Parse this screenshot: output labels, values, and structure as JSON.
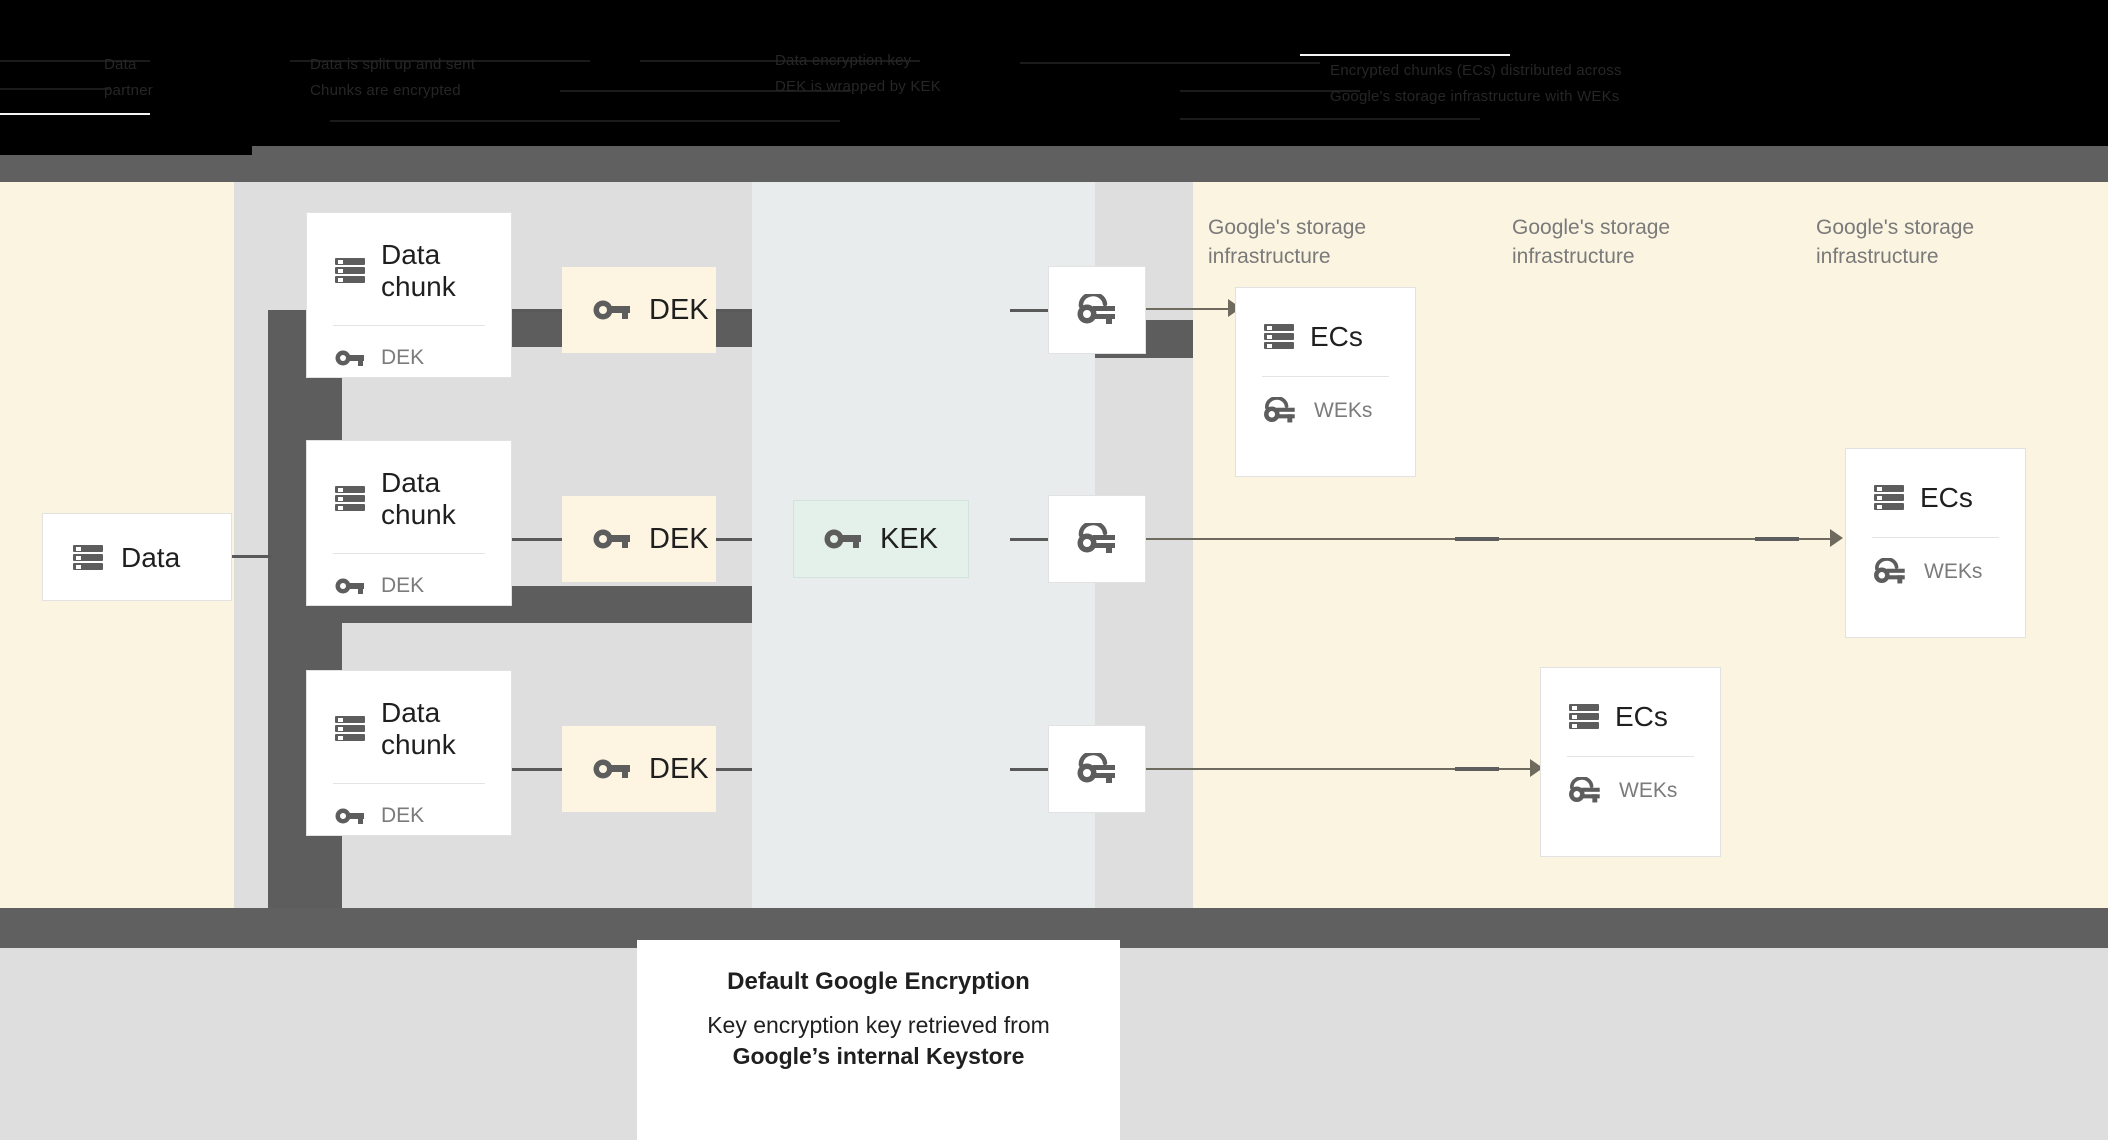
{
  "header": {
    "col1": "Data\npartner",
    "col2": "Data is split up and sent\nChunks are encrypted",
    "col3": "Data encryption key\nDEK is wrapped by KEK",
    "col4": "Encrypted chunks (ECs) distributed across\nGoogle's storage infrastructure with WEKs"
  },
  "diagram": {
    "source": {
      "label": "Data",
      "icon": "storage-icon"
    },
    "chunks": [
      {
        "title": "Data\nchunk",
        "key_label": "DEK",
        "icon": "storage-icon",
        "key_icon": "key-icon"
      },
      {
        "title": "Data\nchunk",
        "key_label": "DEK",
        "icon": "storage-icon",
        "key_icon": "key-icon"
      },
      {
        "title": "Data\nchunk",
        "key_label": "DEK",
        "icon": "storage-icon",
        "key_icon": "key-icon"
      }
    ],
    "deks": [
      {
        "label": "DEK",
        "icon": "key-icon"
      },
      {
        "label": "DEK",
        "icon": "key-icon"
      },
      {
        "label": "DEK",
        "icon": "key-icon"
      }
    ],
    "kek": {
      "label": "KEK",
      "icon": "key-icon"
    },
    "wrapped_keys": [
      {
        "icon": "wrapped-key-icon"
      },
      {
        "icon": "wrapped-key-icon"
      },
      {
        "icon": "wrapped-key-icon"
      }
    ],
    "infra_labels": [
      "Google's storage\ninfrastructure",
      "Google's storage\ninfrastructure",
      "Google's storage\ninfrastructure"
    ],
    "ec_cards": [
      {
        "title": "ECs",
        "key_label": "WEKs",
        "icon": "storage-icon",
        "key_icon": "wrapped-key-icon"
      },
      {
        "title": "ECs",
        "key_label": "WEKs",
        "icon": "storage-icon",
        "key_icon": "wrapped-key-icon"
      },
      {
        "title": "ECs",
        "key_label": "WEKs",
        "icon": "storage-icon",
        "key_icon": "wrapped-key-icon"
      }
    ]
  },
  "caption": {
    "title": "Default Google Encryption",
    "line1": "Key encryption key retrieved from",
    "line2": "Google’s internal Keystore"
  },
  "colors": {
    "canvas_cream": "#fbf4e0",
    "band_grey": "#dedede",
    "band_blue": "#e8ecec",
    "connector_dark": "#5d5d5d",
    "kek_green": "#e3f1ea",
    "dek_cream": "#fdf5e1",
    "icon_grey": "#5d5d5d",
    "bar_grey": "#606060"
  }
}
